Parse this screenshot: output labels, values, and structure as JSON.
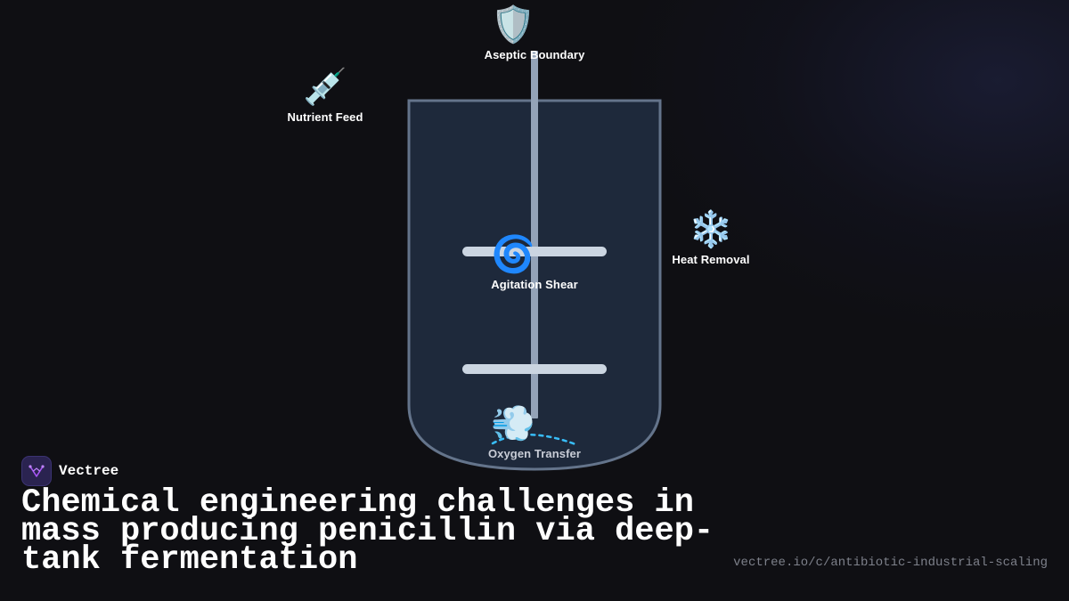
{
  "brand": {
    "name": "Vectree"
  },
  "title": "Chemical engineering challenges in mass producing penicillin via deep-tank fermentation",
  "url": "vectree.io/c/antibiotic-industrial-scaling",
  "diagram": {
    "callouts": {
      "aseptic": {
        "icon": "shield-icon",
        "emoji": "🛡️",
        "label": "Aseptic Boundary"
      },
      "nutrient": {
        "icon": "syringe-icon",
        "emoji": "💉",
        "label": "Nutrient Feed"
      },
      "agitation": {
        "icon": "cyclone-icon",
        "emoji": "🌀",
        "label": "Agitation Shear"
      },
      "heat": {
        "icon": "snowflake-icon",
        "emoji": "❄️",
        "label": "Heat Removal"
      },
      "oxygen": {
        "icon": "wind-icon",
        "emoji": "💨",
        "label": "Oxygen Transfer"
      }
    }
  },
  "colors": {
    "background": "#0f0f13",
    "tank_fill": "#1e293b",
    "tank_stroke": "#64748b",
    "impeller": "#cbd5e1",
    "shaft": "#94a3b8",
    "bubbles": "#38bdf8",
    "brand_accent": "#a855f7"
  }
}
